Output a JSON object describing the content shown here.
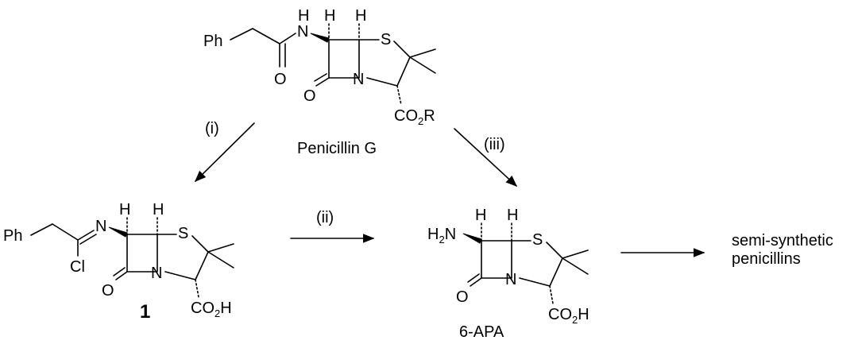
{
  "compounds": {
    "penicillin_g": {
      "name": "Penicillin G",
      "ph": "Ph",
      "nh_n": "N",
      "nh_h": "H",
      "h1": "H",
      "h2": "H",
      "s": "S",
      "n": "N",
      "o_amide": "O",
      "o_lactam": "O",
      "co2r_main": "CO",
      "co2r_sub": "2",
      "co2r_end": "R"
    },
    "compound_1": {
      "label": "1",
      "ph": "Ph",
      "n_imine": "N",
      "cl": "Cl",
      "h1": "H",
      "h2": "H",
      "s": "S",
      "n": "N",
      "o": "O",
      "co2h_main": "CO",
      "co2h_sub": "2",
      "co2h_end": "H"
    },
    "apa": {
      "name": "6-APA",
      "h2n_h": "H",
      "h2n_sub": "2",
      "h2n_n": "N",
      "h1": "H",
      "h2": "H",
      "s": "S",
      "n": "N",
      "o": "O",
      "co2h_main": "CO",
      "co2h_sub": "2",
      "co2h_end": "H"
    }
  },
  "steps": {
    "i": "(i)",
    "ii": "(ii)",
    "iii": "(iii)"
  },
  "product": {
    "line1": "semi-synthetic",
    "line2": "penicillins"
  }
}
